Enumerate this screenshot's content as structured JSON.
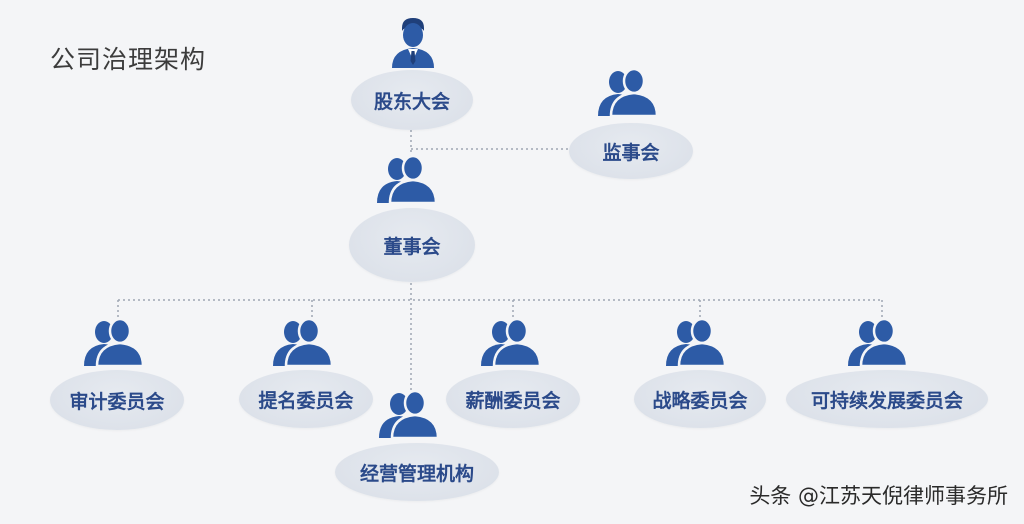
{
  "title": "公司治理架构",
  "nodes": {
    "shareholders": "股东大会",
    "supervisors": "监事会",
    "board": "董事会",
    "audit": "审计委员会",
    "nomination": "提名委员会",
    "compensation": "薪酬委员会",
    "strategy": "战略委员会",
    "sustainability": "可持续发展委员会",
    "management": "经营管理机构"
  },
  "watermark": "头条 @江苏天倪律师事务所",
  "icons": {
    "shareholders": "person-suit-icon",
    "others": "group-icon"
  },
  "colors": {
    "icon": "#2d5ba6",
    "text": "#2b4a8a",
    "ellipse": "#dde2ea",
    "line": "#9ea7b4"
  }
}
